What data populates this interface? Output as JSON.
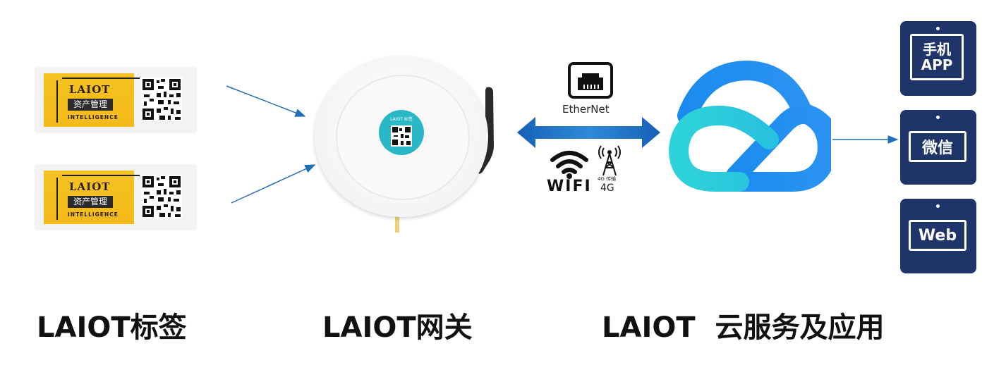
{
  "tags": [
    {
      "brand": "LAIOT",
      "subtitle": "资产管理",
      "footer": "INTELLIGENCE"
    },
    {
      "brand": "LAIOT",
      "subtitle": "资产管理",
      "footer": "INTELLIGENCE"
    }
  ],
  "gateway": {
    "badge_text": "LAIOT 标签"
  },
  "links": {
    "ethernet_label": "EtherNet",
    "wifi_label": "WIFI",
    "cell_label": "4G",
    "cell_small_label": "4G 传输"
  },
  "apps": {
    "app_label": "手机\nAPP",
    "wechat_label": "微信",
    "web_label": "Web"
  },
  "captions": {
    "tags": "LAIOT标签",
    "gateway": "LAIOT网关",
    "cloud": "LAIOT  云服务及应用"
  },
  "colors": {
    "tag_yellow": "#f5c222",
    "gateway_accent": "#2ab7c6",
    "arrow_blue": "#1f6fb8",
    "cloud_dark": "#1a8ff0",
    "cloud_light": "#2dd3d8",
    "device_navy": "#1f3469"
  },
  "icons": [
    "ethernet-port-icon",
    "wifi-icon",
    "cell-tower-icon",
    "cloud-icon",
    "qr-code-icon"
  ]
}
